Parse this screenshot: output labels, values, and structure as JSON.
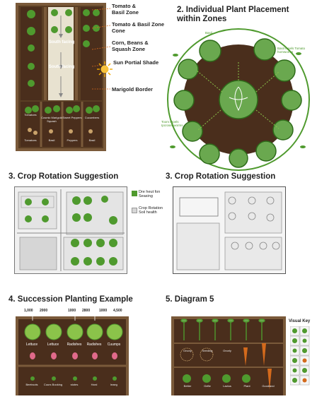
{
  "panel1": {
    "south1": "South facing",
    "south2": "South facing",
    "labels": [
      "Tomato & Basil Zone",
      "Tomato & Basil Zone Cone",
      "Corn, Beans & Squash Zone",
      "Sun Portial Shade",
      "Marigold Border"
    ],
    "bottom_labels": [
      "Tomatoes",
      "Cosmic Marigold Squash",
      "Sweet Peppers",
      "Cucumbers"
    ],
    "bottom_labels2": [
      "Tomatoes",
      "Basil",
      "Peppers",
      "Basil"
    ]
  },
  "panel2": {
    "title": "2. Individual Plant Placement within Zones",
    "annotations": [
      "Basil",
      "Basil repels Tomato hornworms",
      "Toom repels Ipcrosebworms"
    ]
  },
  "panel3": {
    "title": "3. Crop Rotation Suggestion",
    "legend": [
      "Dre heut fon Seasing",
      "Crop Rotation Soil health"
    ]
  },
  "panel4": {
    "title": "3. Crop Rotation Suggestion"
  },
  "panel5": {
    "title": "4. Succession Planting Example",
    "dates": [
      "1,000",
      "2000",
      "1000",
      "2800",
      "1000",
      "4,500"
    ],
    "crops": [
      "Lettuce",
      "Lettuce",
      "Radishes",
      "Radishes",
      "Cuumps"
    ],
    "bottom": [
      "Beetroots",
      "Cuurs Booking",
      "stotes",
      "Hard",
      "leaeg"
    ]
  },
  "panel6": {
    "title": "5. Diagram 5",
    "key_title": "Visual Key",
    "row_labels": [
      "Onony",
      "Seeding",
      "Onorly"
    ],
    "bottom": [
      "Better",
      "Gefte",
      "Lactus",
      "Plant",
      "Goodland"
    ]
  },
  "colors": {
    "wood": "#7a5a3a",
    "soil": "#4a2e1c",
    "leaf": "#4f9a2e",
    "leaf_light": "#8bc34a",
    "path": "#e8e2d0",
    "orange": "#d46a1c",
    "sun": "#f2a900",
    "sketch": "#888888"
  }
}
